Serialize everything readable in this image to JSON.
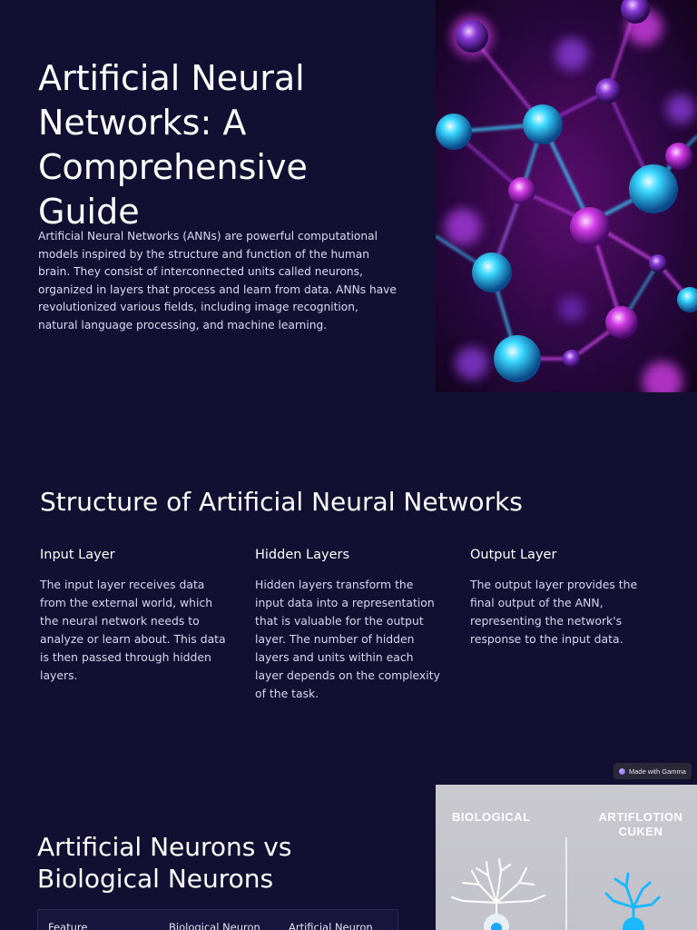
{
  "hero": {
    "title": "Artificial Neural Networks: A Comprehensive Guide",
    "description": "Artificial Neural Networks (ANNs) are powerful computational models inspired by the structure and function of the human brain. They consist of interconnected units called neurons, organized in layers that process and learn from data. ANNs have revolutionized various fields, including image recognition, natural language processing, and machine learning.",
    "image_subject": "glowing-neuron-network"
  },
  "structure": {
    "title": "Structure of Artificial Neural Networks",
    "columns": [
      {
        "heading": "Input Layer",
        "text": "The input layer receives data from the external world, which the neural network needs to analyze or learn about. This data is then passed through hidden layers."
      },
      {
        "heading": "Hidden Layers",
        "text": "Hidden layers transform the input data into a representation that is valuable for the output layer. The number of hidden layers and units within each layer depends on the complexity of the task."
      },
      {
        "heading": "Output Layer",
        "text": "The output layer provides the final output of the ANN, representing the network's response to the input data."
      }
    ]
  },
  "badge": {
    "label": "Made with Gamma"
  },
  "comparison": {
    "title": "Artificial Neurons vs Biological Neurons",
    "table_headers": [
      "Feature",
      "Biological Neuron",
      "Artificial Neuron"
    ],
    "image_labels": {
      "left": "BIOLOGICAL",
      "right": "ARTIFLOTION CUKEN"
    }
  },
  "colors": {
    "background": "#120f32",
    "accent_cyan": "#18c8ff",
    "accent_magenta": "#e040ff"
  }
}
